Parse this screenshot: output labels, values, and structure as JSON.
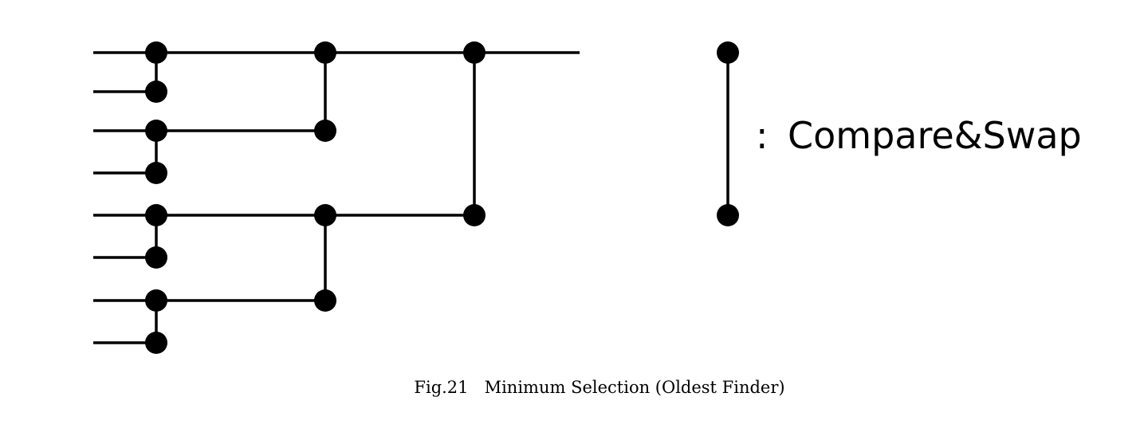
{
  "diagram": {
    "legend": {
      "separator": ":",
      "label": "Compare&Swap"
    },
    "caption": {
      "figure_number": "Fig.21",
      "title": "Minimum Selection (Oldest Finder)"
    }
  }
}
